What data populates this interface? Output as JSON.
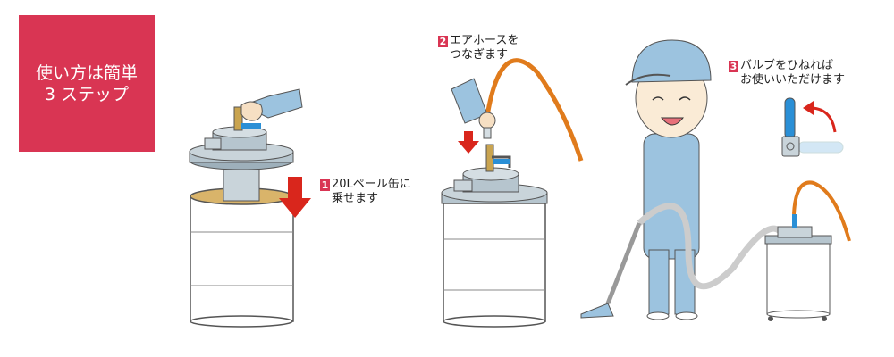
{
  "title": {
    "line1": "使い方は簡単",
    "line2": "3 ステップ"
  },
  "steps": [
    {
      "number": "1",
      "line1": "20Lペール缶に",
      "line2": "乗せます"
    },
    {
      "number": "2",
      "line1": "エアホースを",
      "line2": "つなぎます"
    },
    {
      "number": "3",
      "line1": "バルブをひねれば",
      "line2": "お使いいただけます"
    }
  ],
  "colors": {
    "accent": "#d93553",
    "arrow": "#d9261c",
    "hose": "#e07b1c",
    "valve": "#2a8fd6",
    "uniform": "#9cc3df"
  }
}
